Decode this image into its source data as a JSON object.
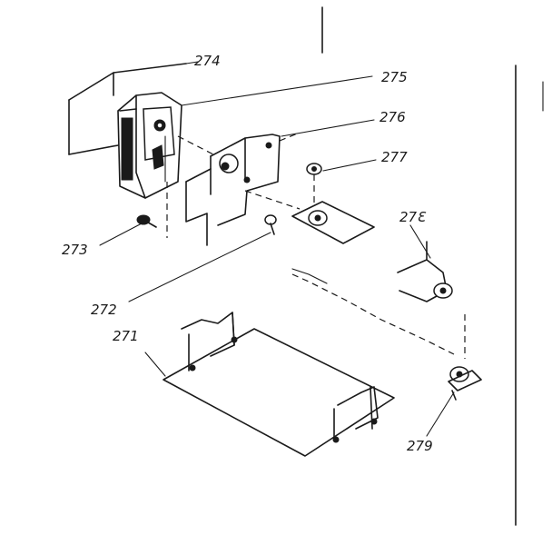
{
  "callouts": [
    {
      "id": "274",
      "label": "274"
    },
    {
      "id": "275",
      "label": "275"
    },
    {
      "id": "276",
      "label": "276"
    },
    {
      "id": "277",
      "label": "277"
    },
    {
      "id": "278",
      "label": "27Ɛ"
    },
    {
      "id": "273",
      "label": "273"
    },
    {
      "id": "272",
      "label": "272"
    },
    {
      "id": "271",
      "label": "271"
    },
    {
      "id": "279",
      "label": "279"
    }
  ]
}
